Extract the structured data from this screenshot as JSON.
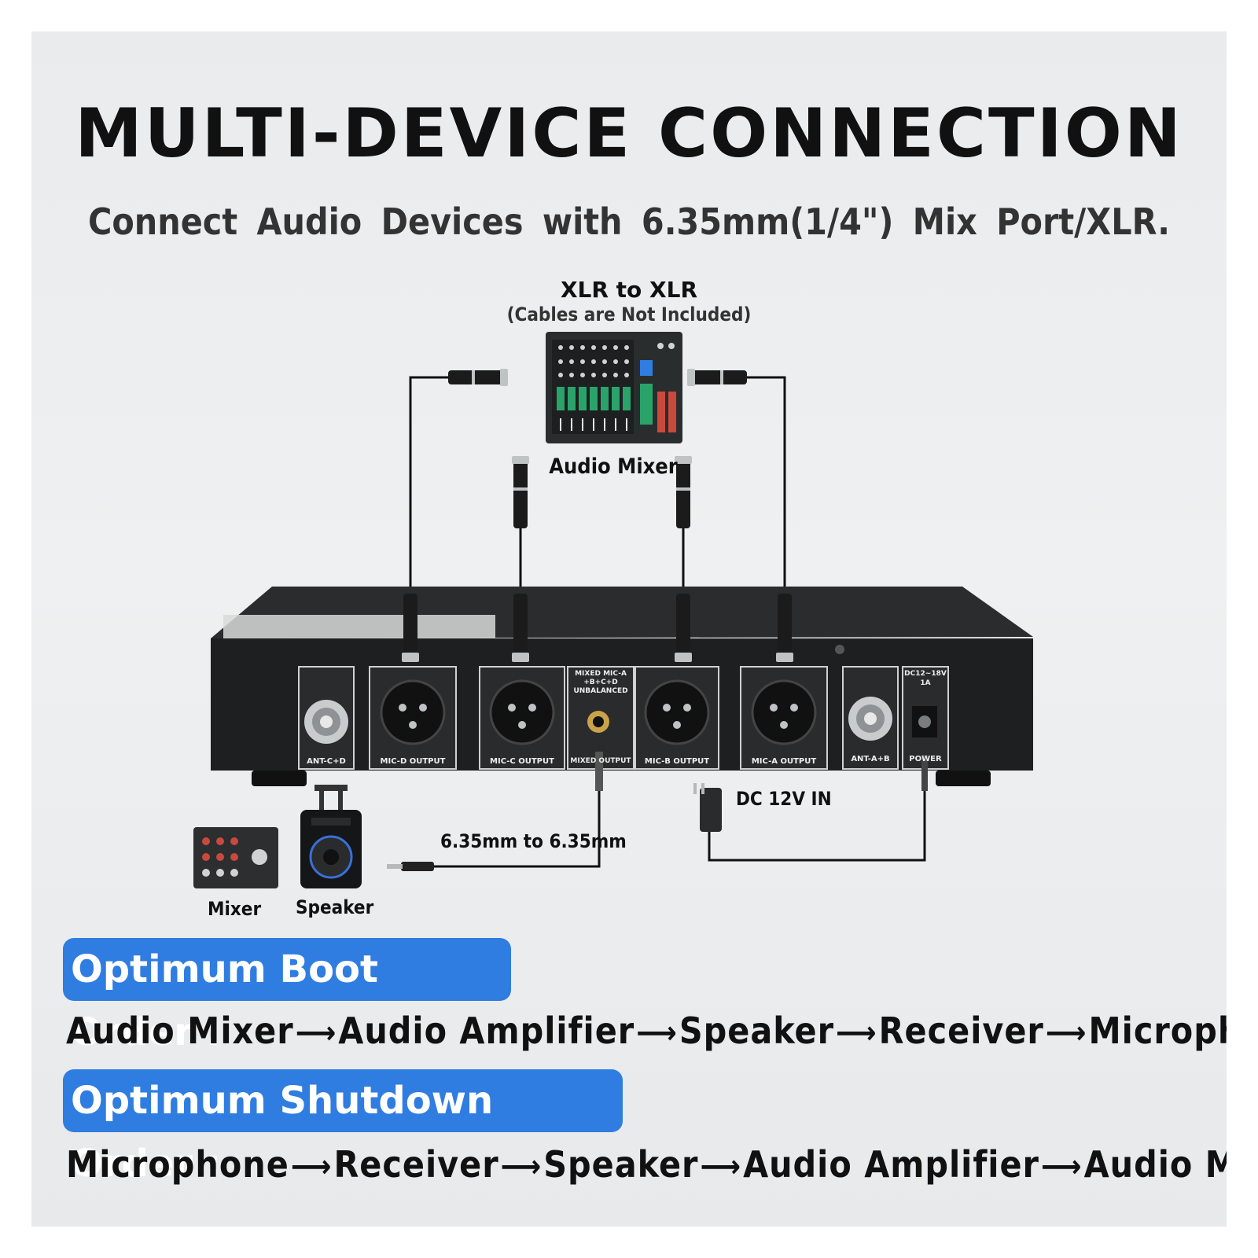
{
  "title": "MULTI-DEVICE CONNECTION",
  "subtitle": "Connect Audio Devices with 6.35mm(1/4\") Mix Port/XLR.",
  "xlr_label": "XLR to XLR",
  "xlr_note": "(Cables are Not Included)",
  "mixer_top_label": "Audio Mixer",
  "jack_cable_label": "6.35mm to 6.35mm",
  "power_label": "DC 12V IN",
  "small_mixer_label": "Mixer",
  "speaker_label": "Speaker",
  "receiver": {
    "ports": {
      "ant_cd": "ANT-C+D",
      "mic_d": "MIC-D OUTPUT",
      "mic_c": "MIC-C OUTPUT",
      "mixed_top": "MIXED MIC-A",
      "mixed_mid": "+B+C+D",
      "mixed_bot": "UNBALANCED",
      "mixed_out": "MIXED OUTPUT",
      "mic_b": "MIC-B OUTPUT",
      "mic_a": "MIC-A OUTPUT",
      "ant_ab": "ANT-A+B",
      "dc_top": "DC12~18V",
      "dc_amp": "1A",
      "power": "POWER"
    }
  },
  "boot": {
    "heading": "Optimum Boot Order :",
    "steps": [
      "Audio Mixer",
      "Audio Amplifier",
      "Speaker",
      "Receiver",
      "Microphone"
    ]
  },
  "shutdown": {
    "heading": "Optimum Shutdown Order :",
    "steps": [
      "Microphone",
      "Receiver",
      "Speaker",
      "Audio Amplifier",
      "Audio Mixer"
    ]
  },
  "colors": {
    "accent": "#2f7de1",
    "device": "#1f1f1f",
    "cable": "#111111"
  }
}
